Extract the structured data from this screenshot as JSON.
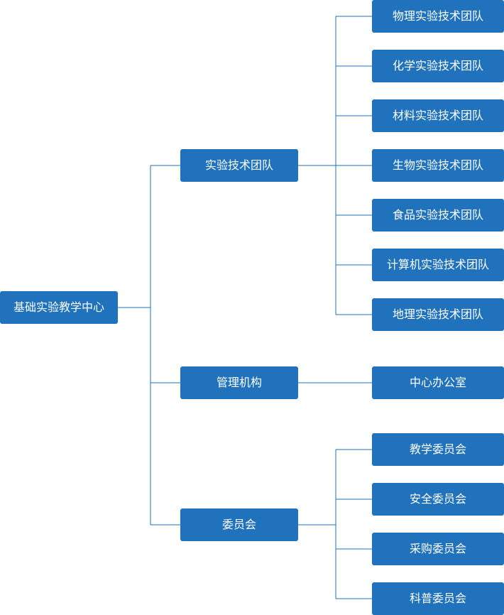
{
  "root": {
    "label": "基础实验教学中心"
  },
  "groups": [
    {
      "label": "实验技术团队",
      "children": [
        "物理实验技术团队",
        "化学实验技术团队",
        "材料实验技术团队",
        "生物实验技术团队",
        "食品实验技术团队",
        "计算机实验技术团队",
        "地理实验技术团队"
      ]
    },
    {
      "label": "管理机构",
      "children": [
        "中心办公室"
      ]
    },
    {
      "label": "委员会",
      "children": [
        "教学委员会",
        "安全委员会",
        "采购委员会",
        "科普委员会"
      ]
    }
  ],
  "colors": {
    "node_fill": "#1f72bb",
    "node_text": "#ffffff",
    "connector": "#1f72bb"
  }
}
